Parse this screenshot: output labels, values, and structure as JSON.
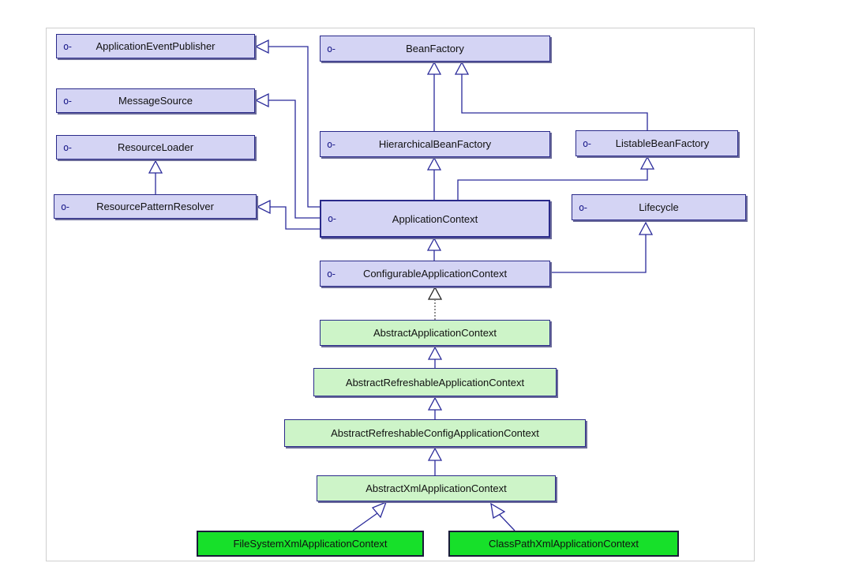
{
  "nodes": {
    "application_event_publisher": "ApplicationEventPublisher",
    "bean_factory": "BeanFactory",
    "message_source": "MessageSource",
    "resource_loader": "ResourceLoader",
    "hierarchical_bean_factory": "HierarchicalBeanFactory",
    "listable_bean_factory": "ListableBeanFactory",
    "resource_pattern_resolver": "ResourcePatternResolver",
    "application_context": "ApplicationContext",
    "lifecycle": "Lifecycle",
    "configurable_application_context": "ConfigurableApplicationContext",
    "abstract_application_context": "AbstractApplicationContext",
    "abstract_refreshable_application_context": "AbstractRefreshableApplicationContext",
    "abstract_refreshable_config_application_context": "AbstractRefreshableConfigApplicationContext",
    "abstract_xml_application_context": "AbstractXmlApplicationContext",
    "file_system_xml_application_context": "FileSystemXmlApplicationContext",
    "class_path_xml_application_context": "ClassPathXmlApplicationContext"
  },
  "relationships": [
    {
      "from": "hierarchical_bean_factory",
      "to": "bean_factory",
      "type": "extends"
    },
    {
      "from": "listable_bean_factory",
      "to": "bean_factory",
      "type": "extends"
    },
    {
      "from": "application_context",
      "to": "hierarchical_bean_factory",
      "type": "extends"
    },
    {
      "from": "application_context",
      "to": "listable_bean_factory",
      "type": "extends"
    },
    {
      "from": "application_context",
      "to": "application_event_publisher",
      "type": "extends"
    },
    {
      "from": "application_context",
      "to": "message_source",
      "type": "extends"
    },
    {
      "from": "application_context",
      "to": "resource_pattern_resolver",
      "type": "extends"
    },
    {
      "from": "resource_pattern_resolver",
      "to": "resource_loader",
      "type": "extends"
    },
    {
      "from": "configurable_application_context",
      "to": "application_context",
      "type": "extends"
    },
    {
      "from": "configurable_application_context",
      "to": "lifecycle",
      "type": "extends"
    },
    {
      "from": "abstract_application_context",
      "to": "configurable_application_context",
      "type": "implements"
    },
    {
      "from": "abstract_refreshable_application_context",
      "to": "abstract_application_context",
      "type": "extends"
    },
    {
      "from": "abstract_refreshable_config_application_context",
      "to": "abstract_refreshable_application_context",
      "type": "extends"
    },
    {
      "from": "abstract_xml_application_context",
      "to": "abstract_refreshable_config_application_context",
      "type": "extends"
    },
    {
      "from": "file_system_xml_application_context",
      "to": "abstract_xml_application_context",
      "type": "extends"
    },
    {
      "from": "class_path_xml_application_context",
      "to": "abstract_xml_application_context",
      "type": "extends"
    }
  ],
  "colors": {
    "interface_fill": "#d4d4f4",
    "abstract_fill": "#cdf4c8",
    "concrete_fill": "#17e02a",
    "edge": "#2a2a9a",
    "border": "#2a2a8a"
  },
  "icons": {
    "interface_marker": "interface-icon"
  }
}
